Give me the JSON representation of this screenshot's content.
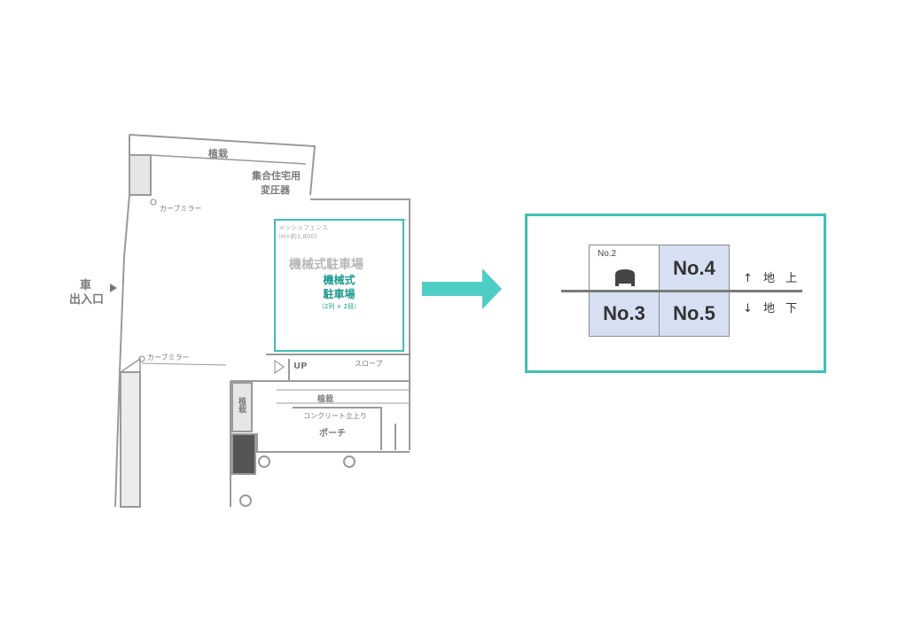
{
  "floor_plan": {
    "labels": {
      "car_entrance_line1": "車",
      "car_entrance_line2": "出入口",
      "planting_top": "植栽",
      "apartment_line1": "集合住宅用",
      "apartment_line2": "変圧器",
      "curve_mirror_top": "カーブミラー",
      "curve_mirror_bottom": "カーブミラー",
      "mesh_fence": "メッシュフェンス",
      "mesh_fence_height": "(H=約1,800)",
      "mech_parking_bg": "機械式駐車場",
      "up": "UP",
      "slope": "スロープ",
      "planting_mid": "植栽",
      "planting_left": "植栽",
      "concrete": "コンクリート立上り",
      "porch": "ポーチ"
    }
  },
  "highlight": {
    "line1": "機械式",
    "line2": "駐車場",
    "line3": "（2列 × 2段）"
  },
  "parking_diagram": {
    "slots": {
      "no2": "No.2",
      "no3": "No.3",
      "no4": "No.4",
      "no5": "No.5"
    },
    "above_ground": "↑ 地 上",
    "below_ground": "↓ 地 下"
  },
  "colors": {
    "accent_teal": "#3fbfb3",
    "slot_fill": "#d6e0f2",
    "car_icon": "#444444"
  }
}
